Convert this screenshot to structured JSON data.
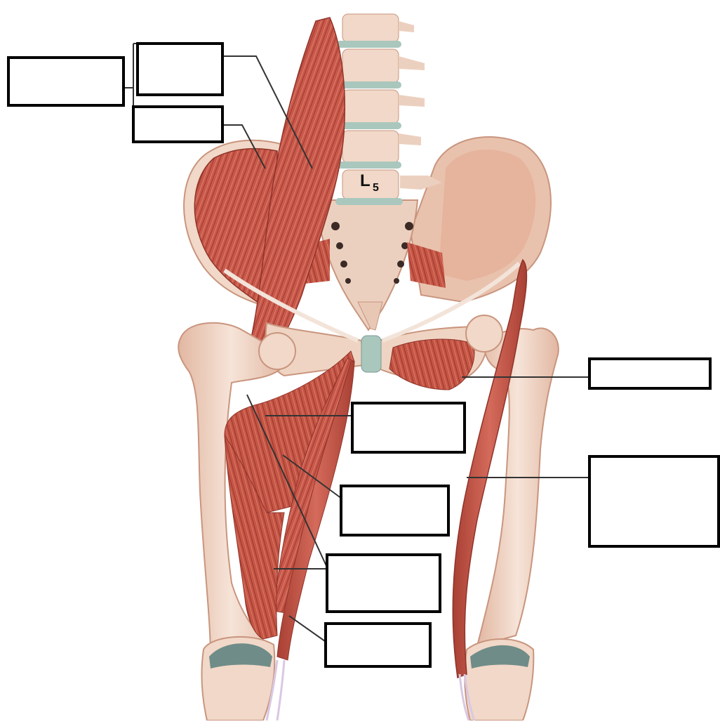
{
  "figure": {
    "vertebra_label": {
      "main": "L",
      "sub": "5"
    },
    "label_boxes": [
      {
        "id": "iliopsoas-group",
        "text": ""
      },
      {
        "id": "psoas-major",
        "text": ""
      },
      {
        "id": "iliacus",
        "text": ""
      },
      {
        "id": "pectineus",
        "text": ""
      },
      {
        "id": "adductor-longus",
        "text": ""
      },
      {
        "id": "adductor-brevis",
        "text": ""
      },
      {
        "id": "adductor-magnus",
        "text": ""
      },
      {
        "id": "gracilis",
        "text": ""
      },
      {
        "id": "tensor-region",
        "text": ""
      },
      {
        "id": "sartorius",
        "text": ""
      }
    ],
    "colors": {
      "muscle": "#c8584a",
      "muscle_dark": "#9e3a30",
      "bone": "#f1d8c8",
      "bone_shade": "#e2b7a2",
      "disc": "#a9c7bd",
      "cartilage": "#6f8c88",
      "leader_line": "#333333",
      "box_border": "#000000"
    }
  }
}
